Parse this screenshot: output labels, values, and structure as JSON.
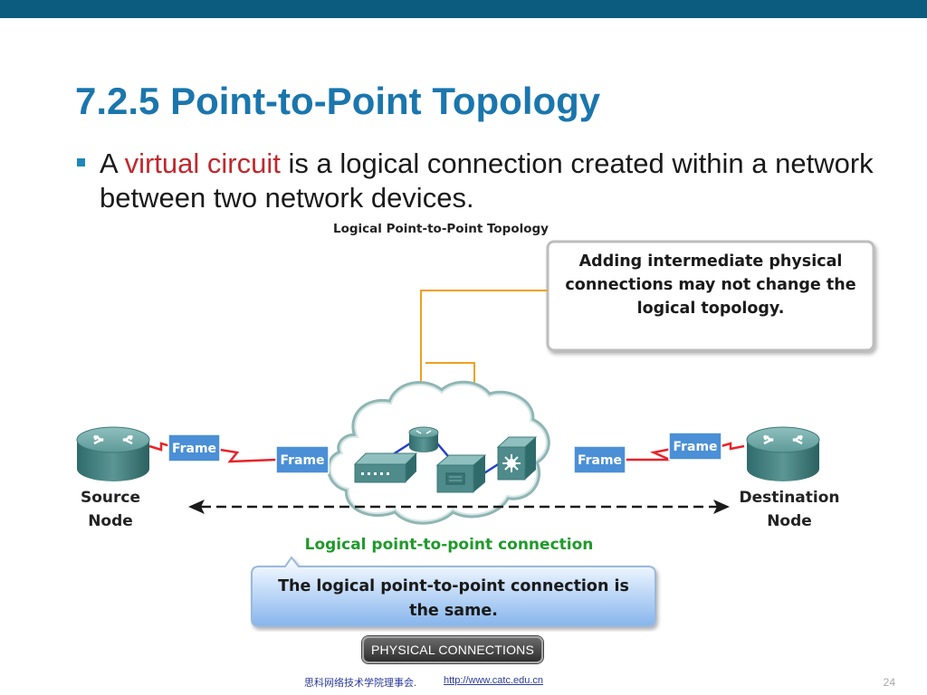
{
  "slide": {
    "title": "7.2.5 Point-to-Point Topology",
    "bullet": {
      "prefix": "A ",
      "emphasis": "virtual circuit",
      "rest": " is a logical connection created within a network between two network devices."
    },
    "page_number": "24"
  },
  "diagram": {
    "title": "Logical Point-to-Point Topology",
    "callout_top": [
      "Adding intermediate physical",
      "connections may not change the",
      "logical topology."
    ],
    "frame_label": "Frame",
    "source_node": [
      "Source",
      "Node"
    ],
    "destination_node": [
      "Destination",
      "Node"
    ],
    "connection_label": "Logical point-to-point connection",
    "callout_bottom": [
      "The logical point-to-point connection is",
      "the same."
    ]
  },
  "controls": {
    "physical_connections_label": "PHYSICAL CONNECTIONS"
  },
  "footer": {
    "org": "思科网络技术学院理事会.",
    "link": "http://www.catc.edu.cn"
  },
  "colors": {
    "top_bar": "#0b5c7f",
    "title": "#1a76ad",
    "emphasis": "#c0282e",
    "frame_box": "#4b8fd6",
    "serial_link": "#e8232a",
    "callout_line": "#f0a020",
    "connection_label": "#1f9a2a"
  },
  "icons": [
    "router-icon",
    "switch-icon",
    "server-icon",
    "cloud-icon",
    "arrow-icon"
  ]
}
